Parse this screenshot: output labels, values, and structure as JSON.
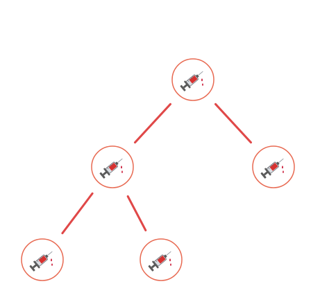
{
  "colors": {
    "edge": "#e04848",
    "ring": "#e86a52",
    "plunger": "#5a5a5a",
    "barrel": "#d9dde2",
    "liquid": "#d8312f",
    "needle": "#9aa0a6",
    "drop": "#c8102e"
  },
  "diagram": {
    "type": "binary-tree",
    "node_icon": "syringe-icon",
    "nodes": [
      {
        "id": "root"
      },
      {
        "id": "left"
      },
      {
        "id": "right"
      },
      {
        "id": "left-left"
      },
      {
        "id": "left-right"
      }
    ],
    "edges": [
      {
        "from": "root",
        "to": "left"
      },
      {
        "from": "root",
        "to": "right"
      },
      {
        "from": "left",
        "to": "left-left"
      },
      {
        "from": "left",
        "to": "left-right"
      }
    ]
  }
}
